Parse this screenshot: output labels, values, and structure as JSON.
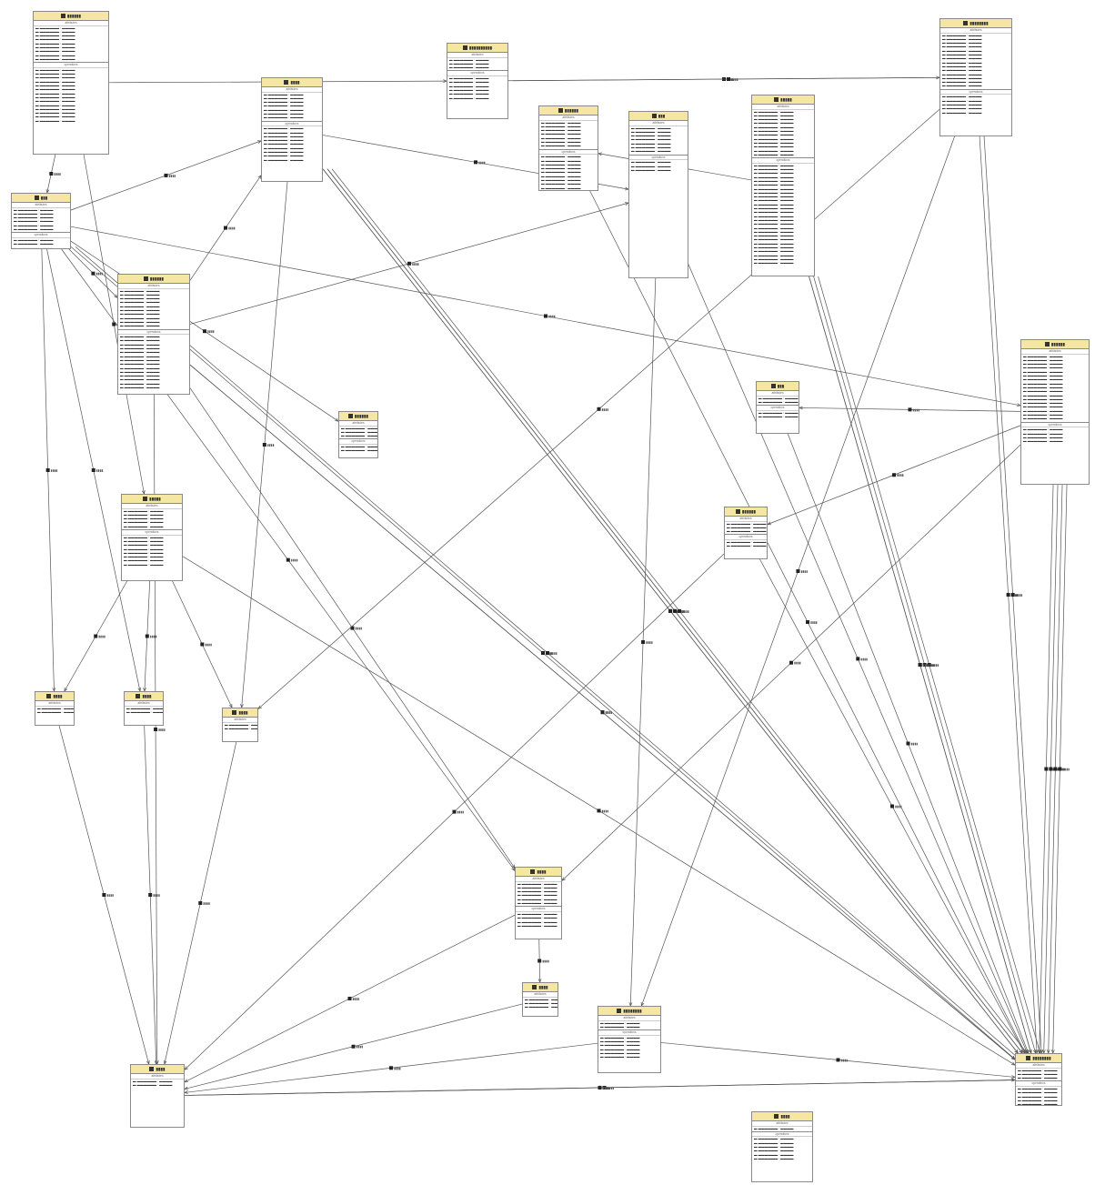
{
  "diagram": {
    "colors": {
      "header": "#f5e6a2",
      "border": "#8a8a8a",
      "line": "#555555",
      "marker": "#222222"
    },
    "icon": "class-icon",
    "classes": [
      {
        "id": "c0",
        "name": "▮▮▮▮▮▮",
        "sec": [
          "attributes",
          "operations"
        ],
        "attrs": 9,
        "ops": 14
      },
      {
        "id": "c1",
        "name": "▮▮▮▮▮▮▮▮▮▮",
        "sec": [
          "attributes",
          "operations"
        ],
        "attrs": 3,
        "ops": 6
      },
      {
        "id": "c2",
        "name": "▮▮▮▮▮▮▮▮",
        "sec": [
          "attributes",
          "operations"
        ],
        "attrs": 14,
        "ops": 5
      },
      {
        "id": "c3",
        "name": "▮▮▮▮",
        "sec": [
          "attributes",
          "operations"
        ],
        "attrs": 7,
        "ops": 9
      },
      {
        "id": "c4",
        "name": "▮▮▮",
        "sec": [
          "attributes",
          "operations"
        ],
        "attrs": 6,
        "ops": 8
      },
      {
        "id": "c5",
        "name": "▮▮▮▮▮▮",
        "sec": [
          "attributes",
          "operations"
        ],
        "attrs": 7,
        "ops": 25
      },
      {
        "id": "c6",
        "name": "▮▮▮▮▮",
        "sec": [
          "attributes",
          "operations"
        ],
        "attrs": 12,
        "ops": 26
      },
      {
        "id": "c7",
        "name": "▮▮▮",
        "sec": [
          "attributes",
          "operations"
        ],
        "attrs": 7,
        "ops": 3
      },
      {
        "id": "c8",
        "name": "▮▮▮▮▮▮",
        "sec": [
          "attributes",
          "operations"
        ],
        "attrs": 17,
        "ops": 4
      },
      {
        "id": "c9",
        "name": "▮▮▮▮▮▮",
        "sec": [
          "attributes",
          "operations"
        ],
        "attrs": 10,
        "ops": 14
      },
      {
        "id": "c10",
        "name": "▮▮▮",
        "sec": [
          "attributes",
          "operations"
        ],
        "attrs": 2,
        "ops": 2
      },
      {
        "id": "c11",
        "name": "▮▮▮▮▮▮",
        "sec": [
          "attributes",
          "operations"
        ],
        "attrs": 3,
        "ops": 2
      },
      {
        "id": "c12",
        "name": "▮▮▮▮▮",
        "sec": [
          "attributes",
          "operations"
        ],
        "attrs": 5,
        "ops": 8
      },
      {
        "id": "c13",
        "name": "▮▮▮▮▮▮",
        "sec": [
          "attributes",
          "operations"
        ],
        "attrs": 3,
        "ops": 2
      },
      {
        "id": "c14",
        "name": "▮▮▮▮",
        "sec": [
          "attributes"
        ],
        "attrs": 2,
        "ops": 0
      },
      {
        "id": "c15",
        "name": "▮▮▮▮",
        "sec": [
          "attributes"
        ],
        "attrs": 2,
        "ops": 0
      },
      {
        "id": "c16",
        "name": "▮▮▮▮",
        "sec": [
          "attributes"
        ],
        "attrs": 2,
        "ops": 0
      },
      {
        "id": "c17",
        "name": "▮▮▮▮",
        "sec": [
          "attributes"
        ],
        "attrs": 2,
        "ops": 0
      },
      {
        "id": "c18",
        "name": "▮▮▮▮",
        "sec": [
          "attributes",
          "operations"
        ],
        "attrs": 6,
        "ops": 4
      },
      {
        "id": "c19",
        "name": "▮▮▮▮",
        "sec": [
          "attributes"
        ],
        "attrs": 3,
        "ops": 0
      },
      {
        "id": "c20",
        "name": "▮▮▮▮▮▮▮▮",
        "sec": [
          "attributes",
          "operations"
        ],
        "attrs": 2,
        "ops": 6
      },
      {
        "id": "c21",
        "name": "▮▮▮▮",
        "sec": [
          "attributes",
          "operations"
        ],
        "attrs": 1,
        "ops": 6
      },
      {
        "id": "c22",
        "name": "▮▮▮▮▮",
        "sec": [
          "attributes",
          "operations"
        ],
        "attrs": 1,
        "ops": 5
      },
      {
        "id": "c23",
        "name": "▮▮▮▮▮▮▮▮",
        "sec": [
          "attributes",
          "operations"
        ],
        "attrs": 3,
        "ops": 6
      }
    ],
    "edge_label": "▮▮▮▮",
    "edges": [
      [
        "c0",
        "c1"
      ],
      [
        "c1",
        "c2"
      ],
      [
        "c1",
        "c2"
      ],
      [
        "c0",
        "c4"
      ],
      [
        "c4",
        "c3"
      ],
      [
        "c4",
        "c9"
      ],
      [
        "c4",
        "c13"
      ],
      [
        "c4",
        "c14"
      ],
      [
        "c4",
        "c15"
      ],
      [
        "c4",
        "c18"
      ],
      [
        "c4",
        "c22"
      ],
      [
        "c4",
        "c8"
      ],
      [
        "c0",
        "c12"
      ],
      [
        "c9",
        "c7"
      ],
      [
        "c9",
        "c3"
      ],
      [
        "c9",
        "c18"
      ],
      [
        "c9",
        "c22"
      ],
      [
        "c9",
        "c23"
      ],
      [
        "c9",
        "c17"
      ],
      [
        "c12",
        "c14"
      ],
      [
        "c12",
        "c15"
      ],
      [
        "c12",
        "c16"
      ],
      [
        "c12",
        "c23"
      ],
      [
        "c3",
        "c22"
      ],
      [
        "c3",
        "c22"
      ],
      [
        "c3",
        "c23"
      ],
      [
        "c3",
        "c16"
      ],
      [
        "c3",
        "c23"
      ],
      [
        "c3",
        "c22"
      ],
      [
        "c3",
        "c7"
      ],
      [
        "c4",
        "c22"
      ],
      [
        "c5",
        "c22"
      ],
      [
        "c6",
        "c5"
      ],
      [
        "c6",
        "c22"
      ],
      [
        "c6",
        "c22"
      ],
      [
        "c6",
        "c22"
      ],
      [
        "c6",
        "c23"
      ],
      [
        "c7",
        "c20"
      ],
      [
        "c7",
        "c22"
      ],
      [
        "c2",
        "c22"
      ],
      [
        "c2",
        "c22"
      ],
      [
        "c2",
        "c16"
      ],
      [
        "c2",
        "c20"
      ],
      [
        "c8",
        "c10"
      ],
      [
        "c8",
        "c11"
      ],
      [
        "c8",
        "c22"
      ],
      [
        "c8",
        "c22"
      ],
      [
        "c8",
        "c22"
      ],
      [
        "c8",
        "c22"
      ],
      [
        "c8",
        "c18"
      ],
      [
        "c10",
        "c22"
      ],
      [
        "c11",
        "c22"
      ],
      [
        "c11",
        "c17"
      ],
      [
        "c18",
        "c19"
      ],
      [
        "c18",
        "c17"
      ],
      [
        "c19",
        "c17"
      ],
      [
        "c20",
        "c17"
      ],
      [
        "c20",
        "c22"
      ],
      [
        "c17",
        "c22"
      ],
      [
        "c17",
        "c22"
      ],
      [
        "c17",
        "c23"
      ],
      [
        "c23",
        "c22"
      ],
      [
        "c14",
        "c17"
      ],
      [
        "c15",
        "c17"
      ],
      [
        "c16",
        "c17"
      ]
    ]
  }
}
